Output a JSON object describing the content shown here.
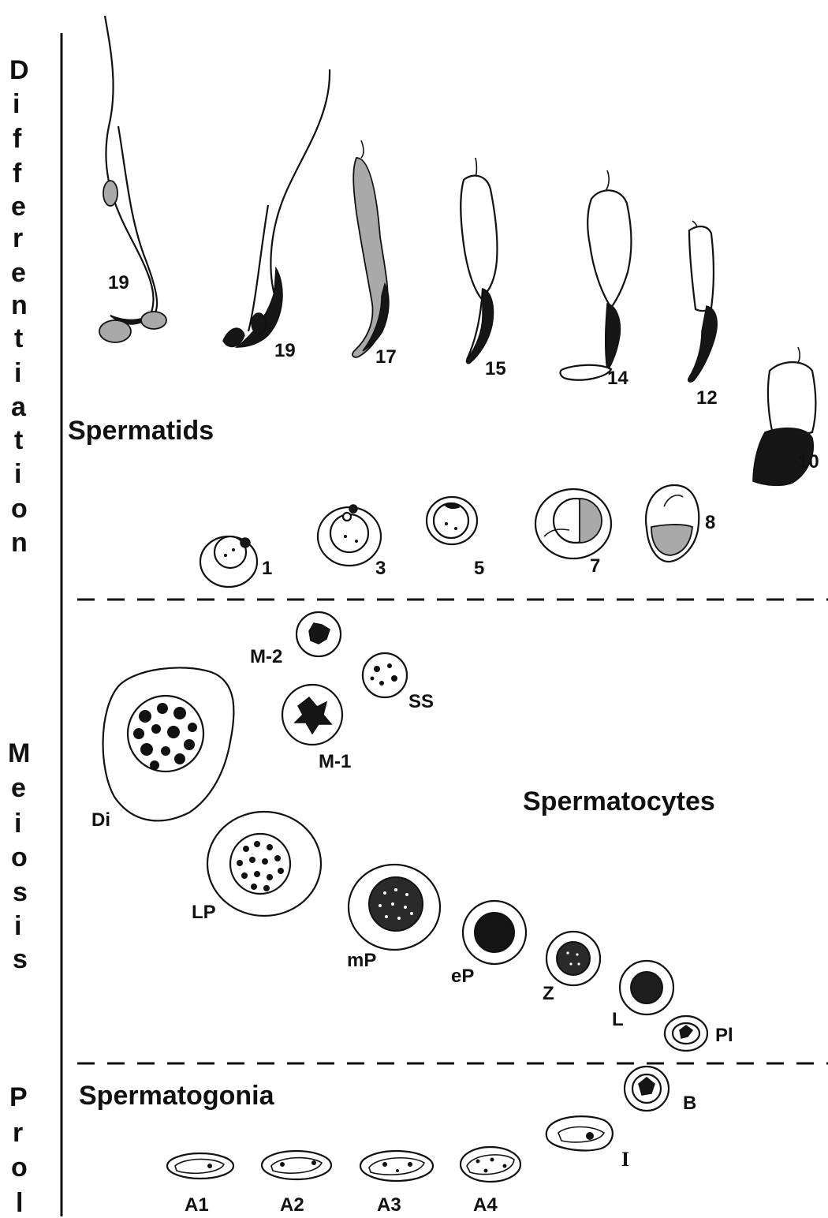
{
  "sections": [
    {
      "id": "differentiation",
      "letters": [
        "D",
        "i",
        "f",
        "f",
        "e",
        "r",
        "e",
        "n",
        "t",
        "i",
        "a",
        "t",
        "i",
        "o",
        "n"
      ]
    },
    {
      "id": "meiosis",
      "letters": [
        "M",
        "e",
        "i",
        "o",
        "s",
        "i",
        "s"
      ]
    },
    {
      "id": "proliferation",
      "letters": [
        "P",
        "r",
        "o",
        "l"
      ]
    }
  ],
  "groups": {
    "spermatids": "Spermatids",
    "spermatocytes": "Spermatocytes",
    "spermatogonia": "Spermatogonia"
  },
  "spermatid_stages": [
    "19",
    "19",
    "17",
    "15",
    "14",
    "12",
    "10",
    "1",
    "3",
    "5",
    "7",
    "8"
  ],
  "spermatocyte_stages": [
    "M-2",
    "SS",
    "M-1",
    "Di",
    "LP",
    "mP",
    "eP",
    "Z",
    "L",
    "Pl"
  ],
  "spermatogonia_stages": [
    "B",
    "I",
    "A1",
    "A2",
    "A3",
    "A4"
  ],
  "colors": {
    "ink": "#111111",
    "grey": "#a9a9a9",
    "background": "#ffffff"
  }
}
